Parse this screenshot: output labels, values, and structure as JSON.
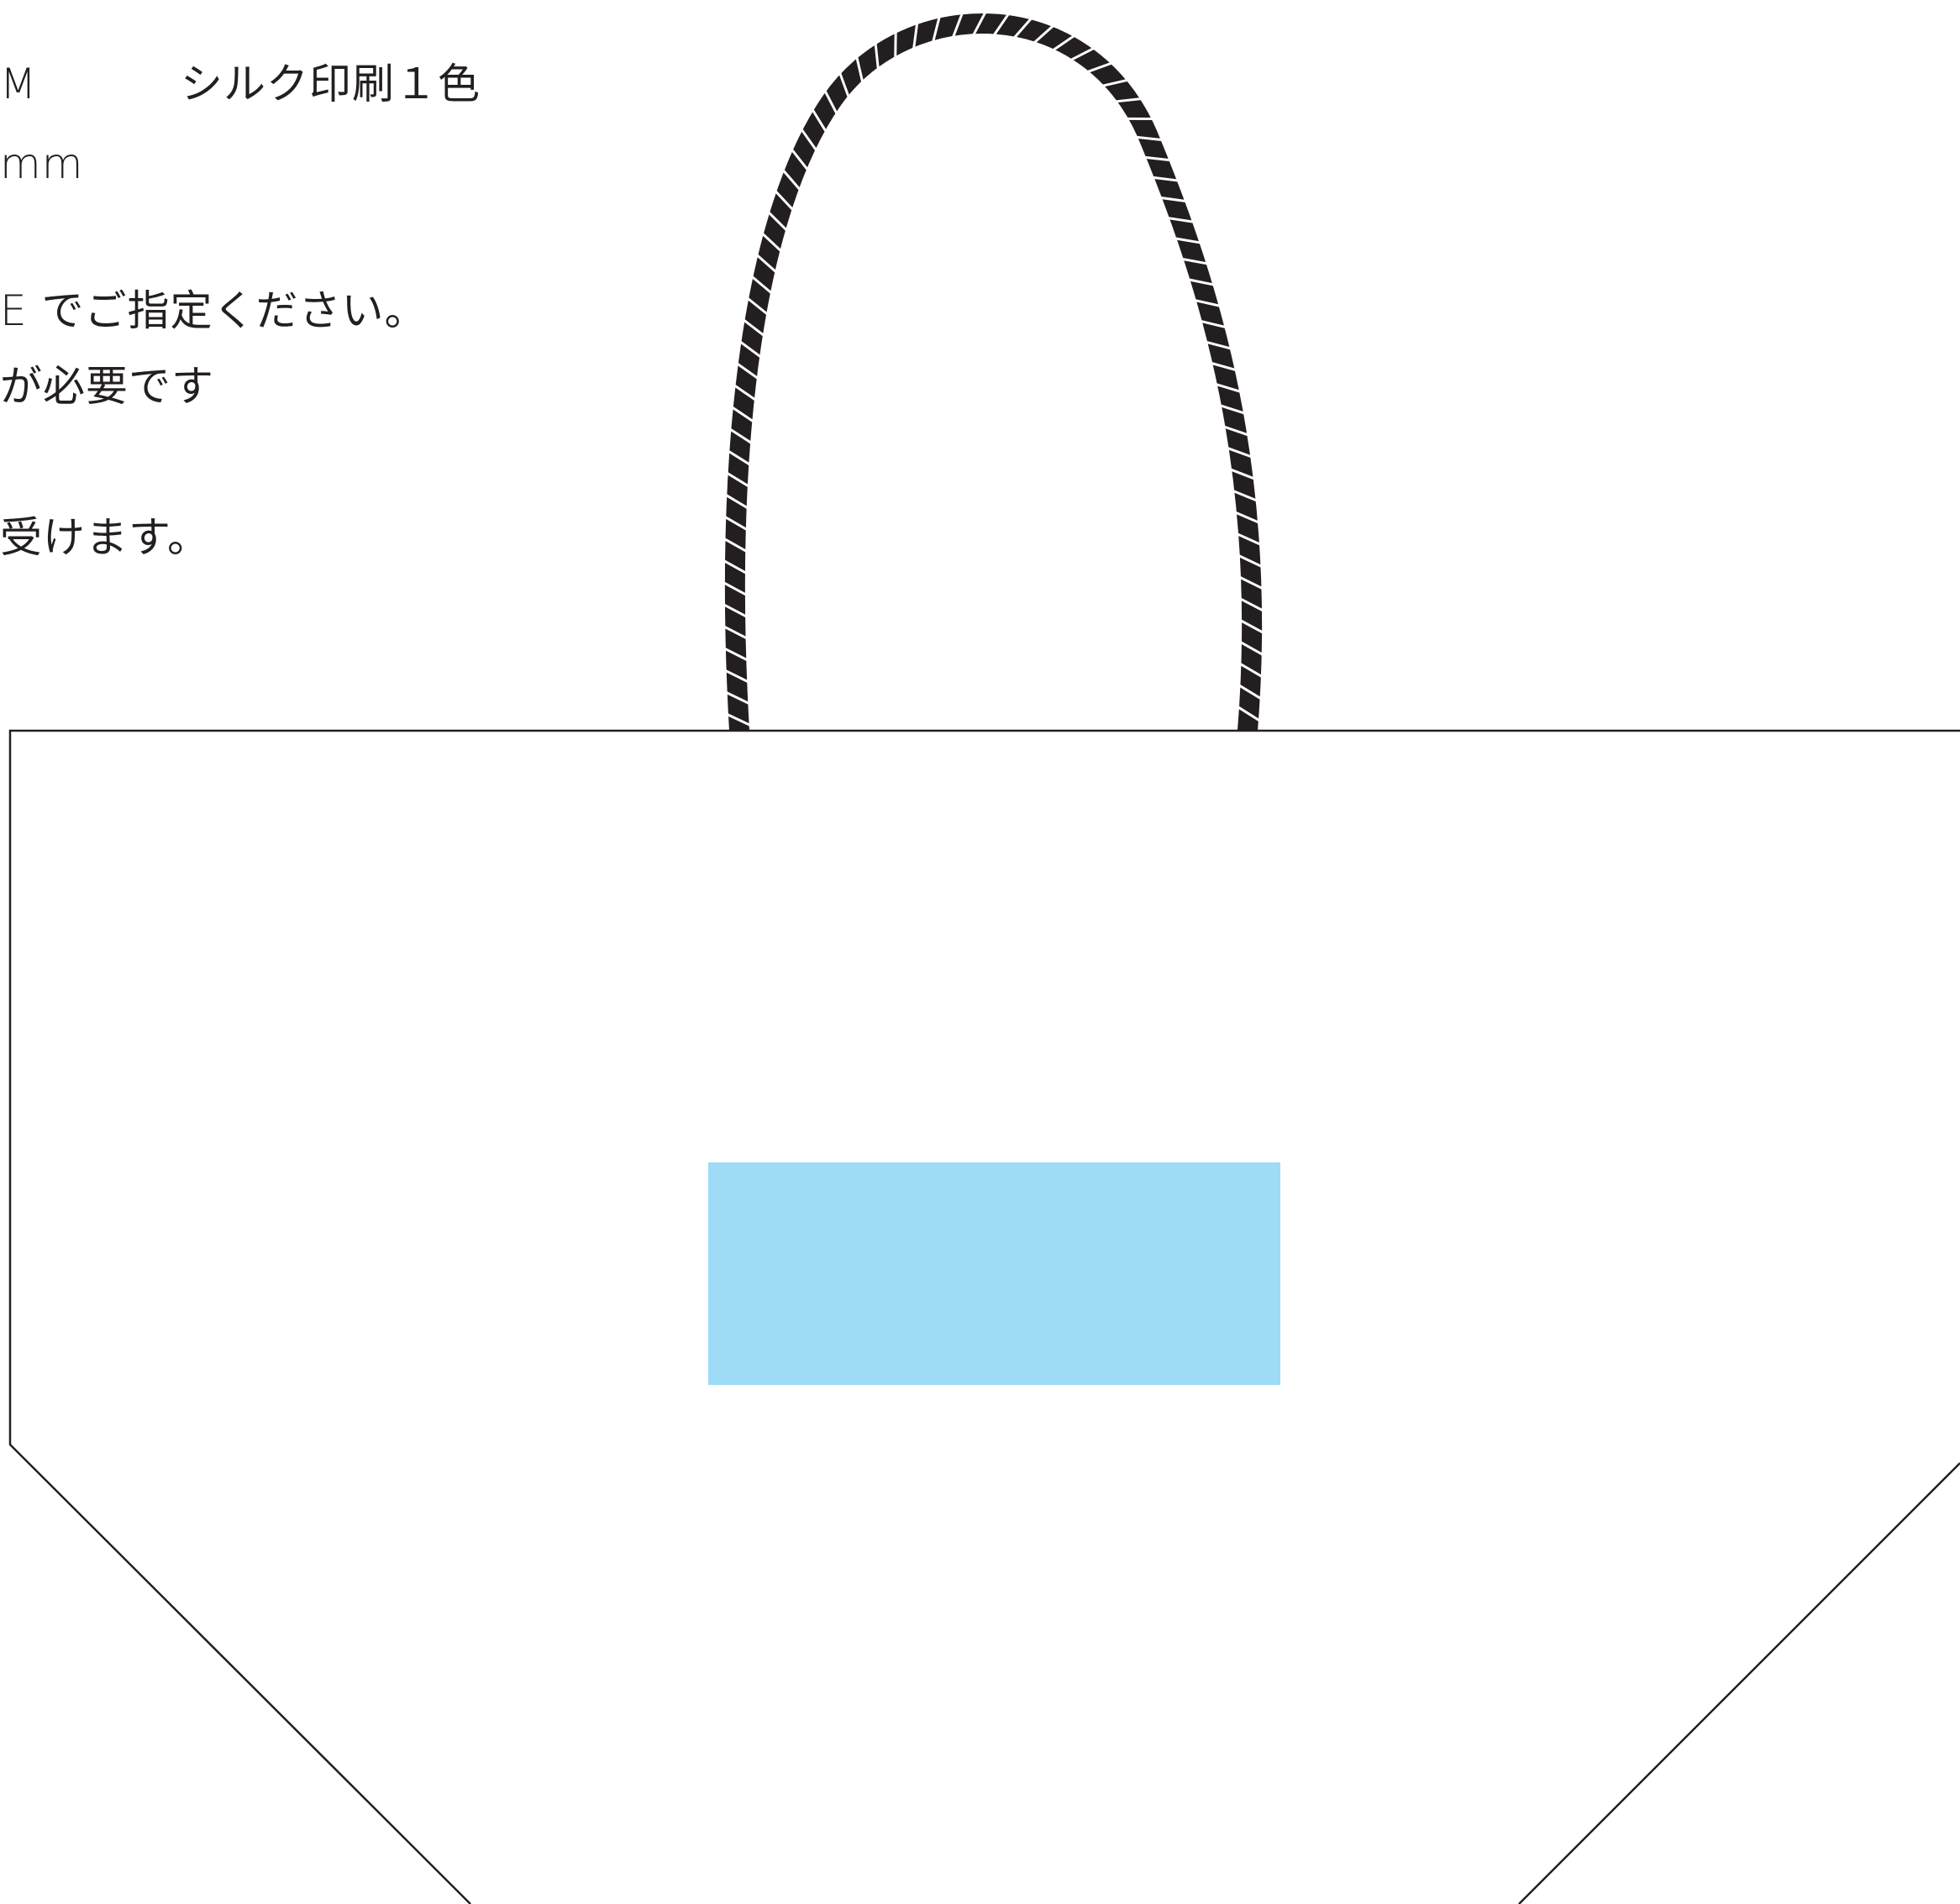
{
  "spec_text": {
    "size_fragment": "M",
    "print_method": "シルク印刷１色",
    "dimension_fragment": "mm",
    "color_instruction_fragment": "E でご指定ください。",
    "requirement_fragment": "が必要です",
    "acceptance_fragment": "受けます。"
  },
  "bag": {
    "outline_color": "#231f20",
    "handle_color": "#231f20",
    "print_area_color": "#9ddbf6"
  }
}
